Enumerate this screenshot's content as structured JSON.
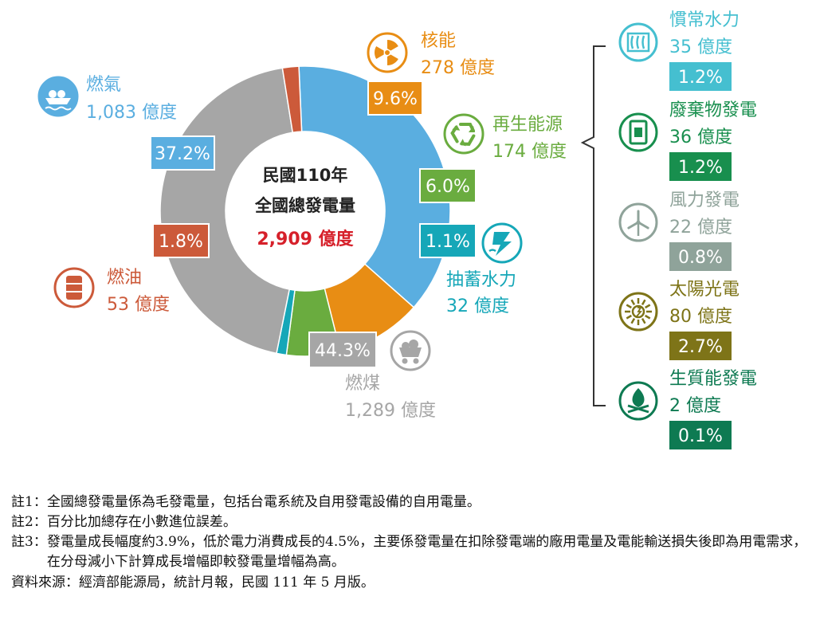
{
  "colors": {
    "gas": "#5aaee0",
    "nuclear": "#e88d14",
    "renewable": "#6aac3f",
    "pumped": "#16a7b8",
    "coal": "#a6a6a6",
    "oil": "#cc5a3a",
    "total": "#d6202a",
    "hydro": "#45bfd0",
    "waste": "#188f4e",
    "wind": "#8fa39a",
    "solar": "#7e7418",
    "biomass": "#0e7a52"
  },
  "chart_data": {
    "type": "pie",
    "subtype": "donut",
    "center": {
      "line1": "民國110年",
      "line2": "全國總發電量",
      "value": "2,909 億度"
    },
    "slices": [
      {
        "key": "gas",
        "name": "燃氣",
        "value": 1083,
        "value_label": "1,083 億度",
        "percent": 37.2,
        "percent_label": "37.2%",
        "icon": "lng-ship-icon"
      },
      {
        "key": "nuclear",
        "name": "核能",
        "value": 278,
        "value_label": "278 億度",
        "percent": 9.6,
        "percent_label": "9.6%",
        "icon": "radiation-icon"
      },
      {
        "key": "renewable",
        "name": "再生能源",
        "value": 174,
        "value_label": "174 億度",
        "percent": 6.0,
        "percent_label": "6.0%",
        "icon": "recycle-icon"
      },
      {
        "key": "pumped",
        "name": "抽蓄水力",
        "value": 32,
        "value_label": "32 億度",
        "percent": 1.1,
        "percent_label": "1.1%",
        "icon": "pumped-hydro-icon"
      },
      {
        "key": "coal",
        "name": "燃煤",
        "value": 1289,
        "value_label": "1,289 億度",
        "percent": 44.3,
        "percent_label": "44.3%",
        "icon": "coal-cart-icon"
      },
      {
        "key": "oil",
        "name": "燃油",
        "value": 53,
        "value_label": "53 億度",
        "percent": 1.8,
        "percent_label": "1.8%",
        "icon": "oil-barrel-icon"
      }
    ],
    "renewable_breakdown": [
      {
        "key": "hydro",
        "name": "慣常水力",
        "value": 35,
        "value_label": "35 億度",
        "percent": 1.2,
        "percent_label": "1.2%",
        "icon": "hydro-dam-icon"
      },
      {
        "key": "waste",
        "name": "廢棄物發電",
        "value": 36,
        "value_label": "36 億度",
        "percent": 1.2,
        "percent_label": "1.2%",
        "icon": "waste-bin-icon"
      },
      {
        "key": "wind",
        "name": "風力發電",
        "value": 22,
        "value_label": "22 億度",
        "percent": 0.8,
        "percent_label": "0.8%",
        "icon": "wind-turbine-icon"
      },
      {
        "key": "solar",
        "name": "太陽光電",
        "value": 80,
        "value_label": "80 億度",
        "percent": 2.7,
        "percent_label": "2.7%",
        "icon": "sun-icon"
      },
      {
        "key": "biomass",
        "name": "生質能發電",
        "value": 2,
        "value_label": "2 億度",
        "percent": 0.1,
        "percent_label": "0.1%",
        "icon": "flame-icon"
      }
    ]
  },
  "notes": [
    {
      "key": "註1：",
      "text": "全國總發電量係為毛發電量，包括台電系統及自用發電設備的自用電量。"
    },
    {
      "key": "註2：",
      "text": "百分比加總存在小數進位誤差。"
    },
    {
      "key": "註3：",
      "text": "發電量成長幅度約3.9%，低於電力消費成長的4.5%，主要係發電量在扣除發電端的廠用電量及電能輸送損失後即為用電需求，在分母減小下計算成長增幅即較發電量增幅為高。"
    }
  ],
  "source": "資料來源：經濟部能源局，統計月報，民國 111 年 5 月版。"
}
